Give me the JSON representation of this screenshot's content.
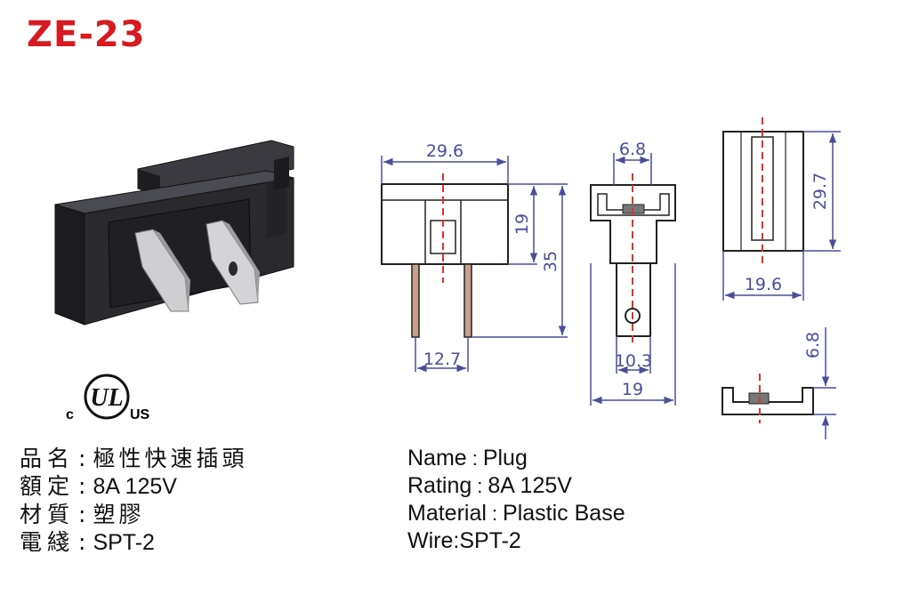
{
  "model": "ZE-23",
  "colors": {
    "title": "#d71920",
    "dimension": "#4a4e9a",
    "outline": "#222222",
    "centerline": "#e0312c",
    "pin_fill": "#c9a08c",
    "plug_body": "#2a2a2e",
    "plug_metal": "#c8c8c8"
  },
  "dimensions": {
    "front_width": "29.6",
    "front_body_height": "19",
    "front_total_height": "35",
    "front_pin_spacing": "12.7",
    "side_top_width": "6.8",
    "side_pin_width": "10.3",
    "side_base_width": "19",
    "top_height": "29.7",
    "top_width": "19.6",
    "bottom_height": "6.8"
  },
  "certification": {
    "c_letter": "c",
    "ul_letters": "UL",
    "us_letters": "US"
  },
  "specs_zh": [
    {
      "label": "品名",
      "sep": ":",
      "value": "極性快速插頭"
    },
    {
      "label": "額定",
      "sep": ":",
      "value": "8A 125V"
    },
    {
      "label": "材質",
      "sep": ":",
      "value": "塑膠"
    },
    {
      "label": "電綫",
      "sep": ":",
      "value": "SPT-2"
    }
  ],
  "specs_en": [
    {
      "label": "Name",
      "sep": ":",
      "value": "Plug"
    },
    {
      "label": "Rating",
      "sep": ":",
      "value": "8A 125V"
    },
    {
      "label": "Material",
      "sep": ":",
      "value": "Plastic Base"
    },
    {
      "label": "Wire",
      "sep": ":",
      "value": "SPT-2"
    }
  ]
}
